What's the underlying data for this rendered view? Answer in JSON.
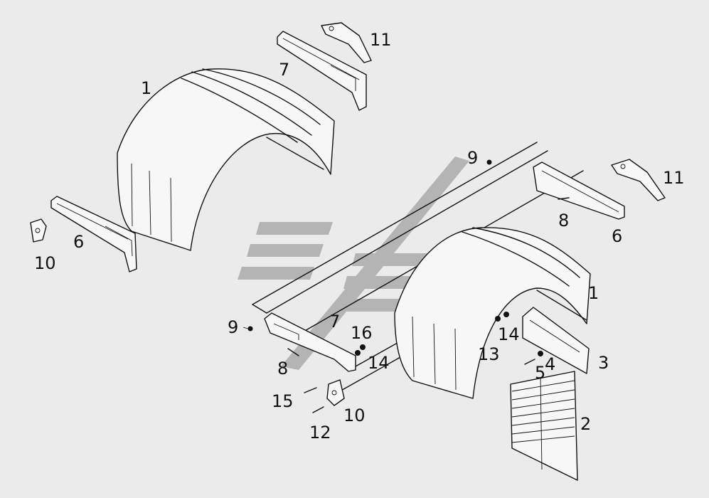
{
  "callouts": [
    {
      "id": "c1a",
      "text": "1"
    },
    {
      "id": "c7a",
      "text": "7"
    },
    {
      "id": "c11a",
      "text": "11"
    },
    {
      "id": "c6a",
      "text": "6"
    },
    {
      "id": "c10a",
      "text": "10"
    },
    {
      "id": "c9a",
      "text": "9"
    },
    {
      "id": "c11b",
      "text": "11"
    },
    {
      "id": "c8a",
      "text": "8"
    },
    {
      "id": "c6b",
      "text": "6"
    },
    {
      "id": "c1b",
      "text": "1"
    },
    {
      "id": "c9b",
      "text": "9"
    },
    {
      "id": "c7b",
      "text": "7"
    },
    {
      "id": "c16",
      "text": "16"
    },
    {
      "id": "c14a",
      "text": "14"
    },
    {
      "id": "c14b",
      "text": "14"
    },
    {
      "id": "c13",
      "text": "13"
    },
    {
      "id": "c3",
      "text": "3"
    },
    {
      "id": "c4",
      "text": "4"
    },
    {
      "id": "c5",
      "text": "5"
    },
    {
      "id": "c8b",
      "text": "8"
    },
    {
      "id": "c15",
      "text": "15"
    },
    {
      "id": "c10b",
      "text": "10"
    },
    {
      "id": "c12",
      "text": "12"
    },
    {
      "id": "c2",
      "text": "2"
    }
  ]
}
